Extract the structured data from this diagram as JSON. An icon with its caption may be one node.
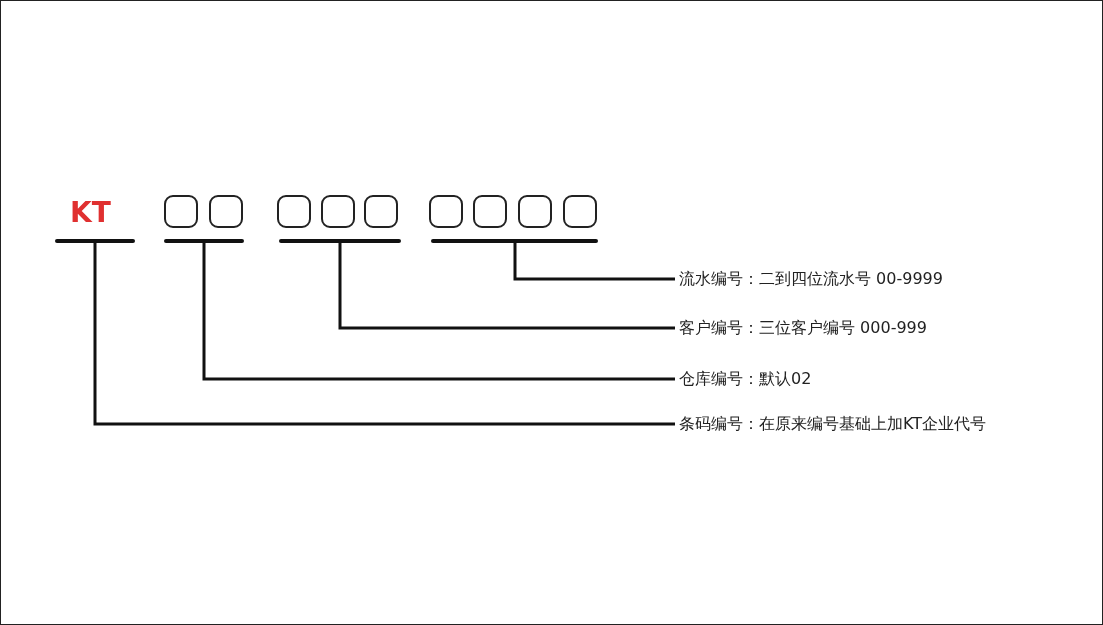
{
  "diagram": {
    "nodes": [
      {
        "text": [
          "KT"
        ]
      },
      {
        "text": [],
        "shape": "box"
      },
      {
        "text": [],
        "shape": "box"
      },
      {
        "text": [],
        "shape": "box"
      },
      {
        "text": [],
        "shape": "box"
      },
      {
        "text": [],
        "shape": "box"
      },
      {
        "text": [],
        "shape": "box"
      },
      {
        "text": [],
        "shape": "box"
      },
      {
        "text": [],
        "shape": "box"
      },
      {
        "text": [],
        "shape": "box"
      },
      {
        "text": [],
        "shape": "bar"
      },
      {
        "text": [],
        "shape": "bar"
      },
      {
        "text": [],
        "shape": "bar"
      },
      {
        "text": [],
        "shape": "bar"
      },
      {
        "text": [
          "流水编号：二到四位流水号 00-9999"
        ]
      },
      {
        "text": [
          "客户编号：三位客户编号 000-999"
        ]
      },
      {
        "text": [
          "仓库编号：默认02"
        ]
      },
      {
        "text": [
          "条码编号：在原来编号基础上加KT企业代号"
        ]
      }
    ],
    "edges": [
      {
        "from": 14,
        "to": 13,
        "arrow": "none"
      },
      {
        "from": 15,
        "to": 12,
        "arrow": "none"
      },
      {
        "from": 16,
        "to": 11,
        "arrow": "none"
      },
      {
        "from": 17,
        "to": 10,
        "arrow": "none"
      }
    ]
  }
}
